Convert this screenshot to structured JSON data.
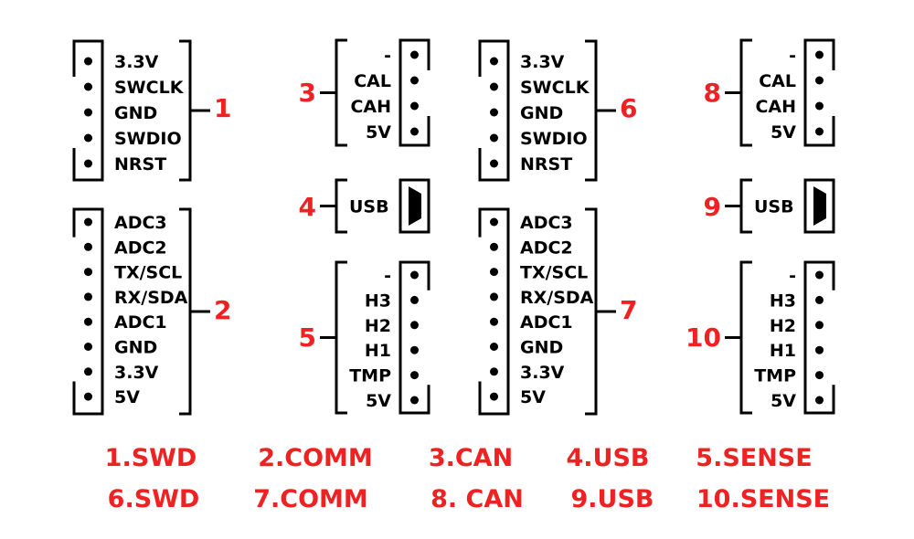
{
  "colors": {
    "line": "#000000",
    "accent": "#ee2222"
  },
  "connectors": [
    {
      "number": "1",
      "type": "header",
      "pins": [
        "3.3V",
        "SWCLK",
        "GND",
        "SWDIO",
        "NRST"
      ]
    },
    {
      "number": "2",
      "type": "header",
      "pins": [
        "ADC3",
        "ADC2",
        "TX/SCL",
        "RX/SDA",
        "ADC1",
        "GND",
        "3.3V",
        "5V"
      ]
    },
    {
      "number": "3",
      "type": "header-mirrored",
      "pins": [
        "-",
        "CAL",
        "CAH",
        "5V"
      ]
    },
    {
      "number": "4",
      "type": "usb",
      "pins": [
        "USB"
      ]
    },
    {
      "number": "5",
      "type": "header-mirrored",
      "pins": [
        "-",
        "H3",
        "H2",
        "H1",
        "TMP",
        "5V"
      ]
    },
    {
      "number": "6",
      "type": "header",
      "pins": [
        "3.3V",
        "SWCLK",
        "GND",
        "SWDIO",
        "NRST"
      ]
    },
    {
      "number": "7",
      "type": "header",
      "pins": [
        "ADC3",
        "ADC2",
        "TX/SCL",
        "RX/SDA",
        "ADC1",
        "GND",
        "3.3V",
        "5V"
      ]
    },
    {
      "number": "8",
      "type": "header-mirrored",
      "pins": [
        "-",
        "CAL",
        "CAH",
        "5V"
      ]
    },
    {
      "number": "9",
      "type": "usb",
      "pins": [
        "USB"
      ]
    },
    {
      "number": "10",
      "type": "header-mirrored",
      "pins": [
        "-",
        "H3",
        "H2",
        "H1",
        "TMP",
        "5V"
      ]
    }
  ],
  "legend": [
    [
      "1.SWD",
      "2.COMM",
      "3.CAN",
      "4.USB",
      "5.SENSE"
    ],
    [
      "6.SWD",
      "7.COMM",
      "8. CAN",
      "9.USB",
      "10.SENSE"
    ]
  ]
}
